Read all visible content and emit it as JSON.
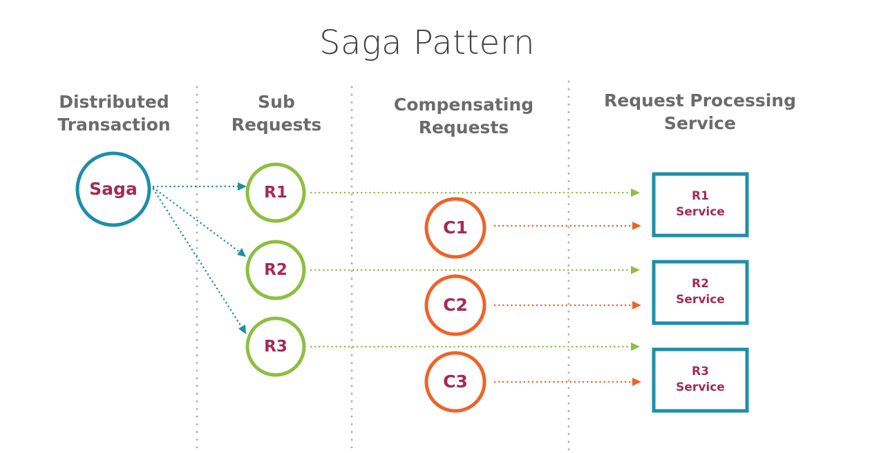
{
  "title": "Saga Pattern",
  "columns": {
    "distributed": [
      "Distributed",
      "Transaction"
    ],
    "sub": [
      "Sub",
      "Requests"
    ],
    "compensating": [
      "Compensating",
      "Requests"
    ],
    "service": [
      "Request Processing",
      "Service"
    ]
  },
  "saga": {
    "label": "Saga"
  },
  "sub_requests": [
    "R1",
    "R2",
    "R3"
  ],
  "compensating_requests": [
    "C1",
    "C2",
    "C3"
  ],
  "services": [
    {
      "line1": "R1",
      "line2": "Service"
    },
    {
      "line1": "R2",
      "line2": "Service"
    },
    {
      "line1": "R3",
      "line2": "Service"
    }
  ],
  "colors": {
    "saga": "#1e8ea8",
    "sub_request": "#8cbf3f",
    "compensating": "#ee6328",
    "service_box": "#1e8ea8",
    "divider": "#b3b3b3",
    "label": "#a32b52"
  }
}
